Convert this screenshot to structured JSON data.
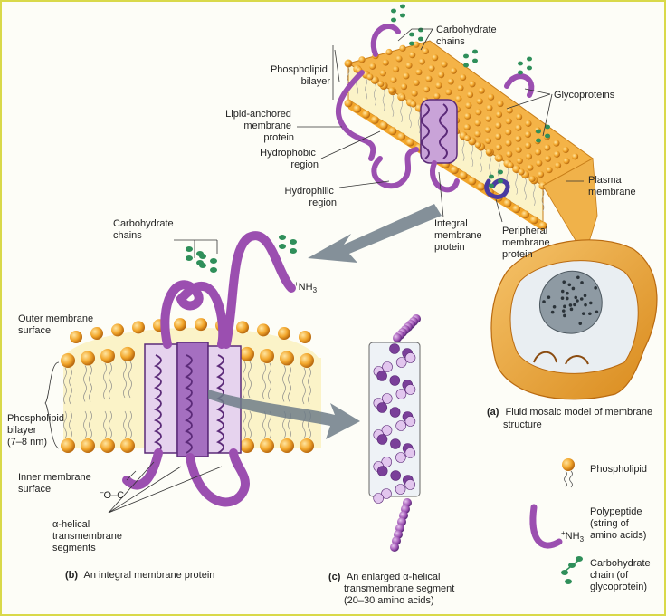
{
  "panel_a": {
    "labels": {
      "carbohydrate_chains": [
        "Carbohydrate",
        "chains"
      ],
      "phospholipid_bilayer": [
        "Phospholipid",
        "bilayer"
      ],
      "lipid_anchored": [
        "Lipid-anchored",
        "membrane",
        "protein"
      ],
      "glycoproteins": "Glycoproteins",
      "hydrophobic": [
        "Hydrophobic",
        "region"
      ],
      "hydrophilic": [
        "Hydrophilic",
        "region"
      ],
      "integral": [
        "Integral",
        "membrane",
        "protein"
      ],
      "peripheral": [
        "Peripheral",
        "membrane",
        "protein"
      ],
      "plasma": [
        "Plasma",
        "membrane"
      ]
    },
    "caption_letter": "(a)",
    "caption": [
      "Fluid mosaic model of membrane",
      "structure"
    ]
  },
  "panel_b": {
    "labels": {
      "carbohydrate_chains": [
        "Carbohydrate",
        "chains"
      ],
      "nh3": "NH",
      "outer_surface": [
        "Outer membrane",
        "surface"
      ],
      "bilayer": [
        "Phospholipid",
        "bilayer",
        "(7–8 nm)"
      ],
      "inner_surface": [
        "Inner membrane",
        "surface"
      ],
      "cooh": "O",
      "helical_segments": [
        "α-helical",
        "transmembrane",
        "segments"
      ]
    },
    "caption_letter": "(b)",
    "caption": "An integral membrane protein"
  },
  "panel_c": {
    "caption_letter": "(c)",
    "caption": [
      "An enlarged α-helical",
      "transmembrane segment",
      "(20–30 amino acids)"
    ]
  },
  "legend": {
    "phospholipid": "Phospholipid",
    "polypeptide": [
      "Polypeptide",
      "(string of",
      "amino acids)"
    ],
    "polypeptide_tag": "NH",
    "carbohydrate": [
      "Carbohydrate",
      "chain (of",
      "glycoprotein)"
    ]
  },
  "colors": {
    "head": "#f2a62b",
    "protein": "#9b4fb0",
    "protein_dark": "#5b2a78",
    "carb": "#2f8f5a",
    "cell": "#e8a23a"
  }
}
